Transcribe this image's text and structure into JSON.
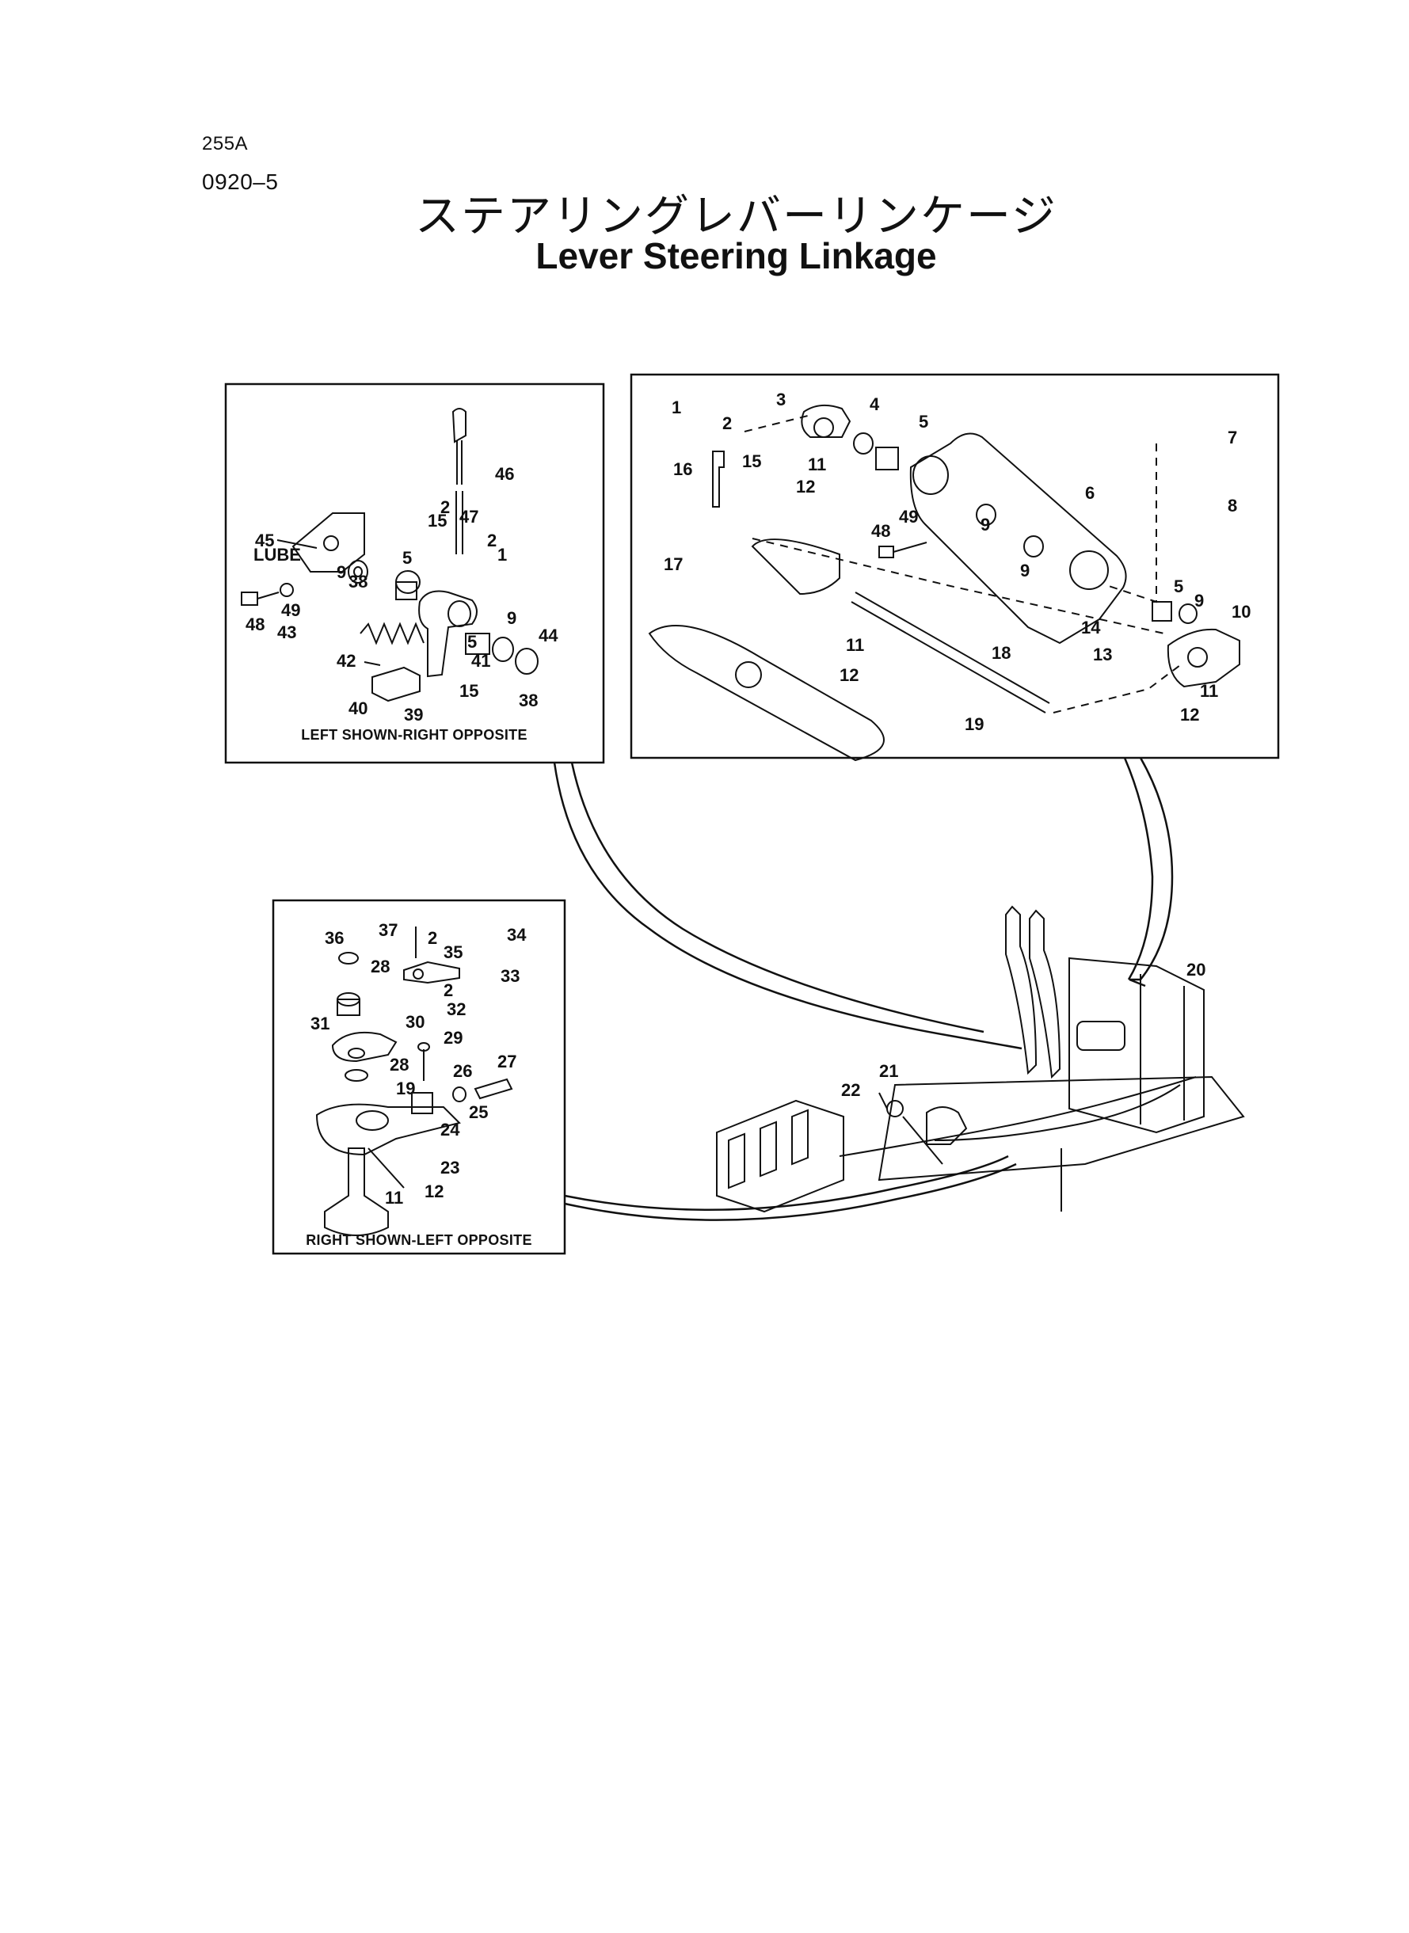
{
  "header": {
    "code_line1": "255A",
    "code_line2": "0920–5",
    "title_ja": "ステアリングレバーリンケージ",
    "title_en": "Lever Steering Linkage"
  },
  "panels": {
    "left": {
      "caption": "LEFT SHOWN-RIGHT OPPOSITE",
      "lube_label": "LUBE",
      "callouts": [
        "46",
        "47",
        "15",
        "2",
        "2",
        "1",
        "45",
        "5",
        "9",
        "38",
        "48",
        "49",
        "43",
        "41",
        "5",
        "9",
        "44",
        "42",
        "38",
        "40",
        "39",
        "15"
      ]
    },
    "top_right": {
      "callouts": [
        "1",
        "3",
        "2",
        "4",
        "5",
        "15",
        "16",
        "11",
        "12",
        "6",
        "7",
        "8",
        "49",
        "48",
        "9",
        "9",
        "17",
        "11",
        "12",
        "18",
        "19",
        "5",
        "9",
        "14",
        "13",
        "10",
        "11",
        "12"
      ]
    },
    "bottom_left": {
      "caption": "RIGHT SHOWN-LEFT OPPOSITE",
      "callouts": [
        "36",
        "37",
        "2",
        "35",
        "34",
        "28",
        "33",
        "2",
        "32",
        "31",
        "30",
        "29",
        "28",
        "26",
        "27",
        "19",
        "25",
        "24",
        "23",
        "11",
        "12"
      ]
    },
    "main": {
      "callouts": [
        "20",
        "21",
        "22"
      ]
    }
  }
}
